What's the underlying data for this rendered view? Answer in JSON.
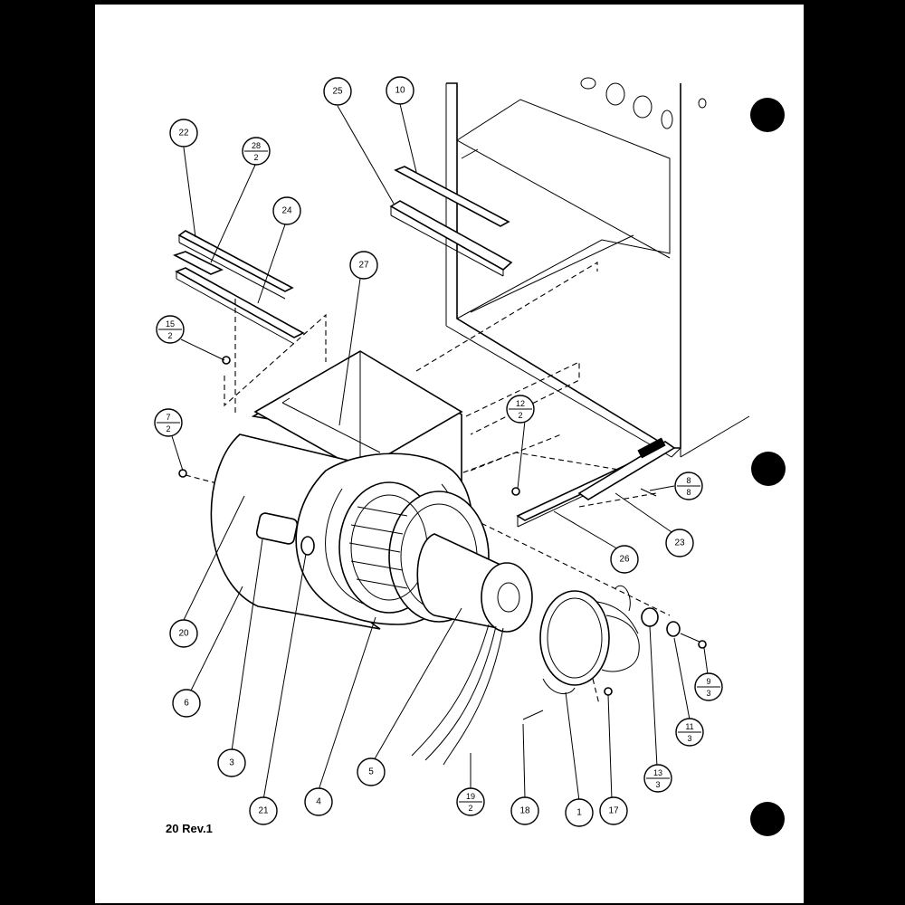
{
  "footer_text": "20 Rev.1",
  "callouts": [
    {
      "id": "c22",
      "num": "22"
    },
    {
      "id": "c28",
      "num": "28",
      "den": "2"
    },
    {
      "id": "c24",
      "num": "24"
    },
    {
      "id": "c25",
      "num": "25"
    },
    {
      "id": "c10",
      "num": "10"
    },
    {
      "id": "c27",
      "num": "27"
    },
    {
      "id": "c15",
      "num": "15",
      "den": "2"
    },
    {
      "id": "c7",
      "num": "7",
      "den": "2"
    },
    {
      "id": "c12",
      "num": "12",
      "den": "2"
    },
    {
      "id": "c8",
      "num": "8",
      "den": "8"
    },
    {
      "id": "c23",
      "num": "23"
    },
    {
      "id": "c26",
      "num": "26"
    },
    {
      "id": "c20",
      "num": "20"
    },
    {
      "id": "c6",
      "num": "6"
    },
    {
      "id": "c3",
      "num": "3"
    },
    {
      "id": "c21",
      "num": "21"
    },
    {
      "id": "c4",
      "num": "4"
    },
    {
      "id": "c5",
      "num": "5"
    },
    {
      "id": "c19",
      "num": "19",
      "den": "2"
    },
    {
      "id": "c18",
      "num": "18"
    },
    {
      "id": "c1",
      "num": "1"
    },
    {
      "id": "c17",
      "num": "17"
    },
    {
      "id": "c13",
      "num": "13",
      "den": "3"
    },
    {
      "id": "c11",
      "num": "11",
      "den": "3"
    },
    {
      "id": "c9",
      "num": "9",
      "den": "3"
    }
  ]
}
